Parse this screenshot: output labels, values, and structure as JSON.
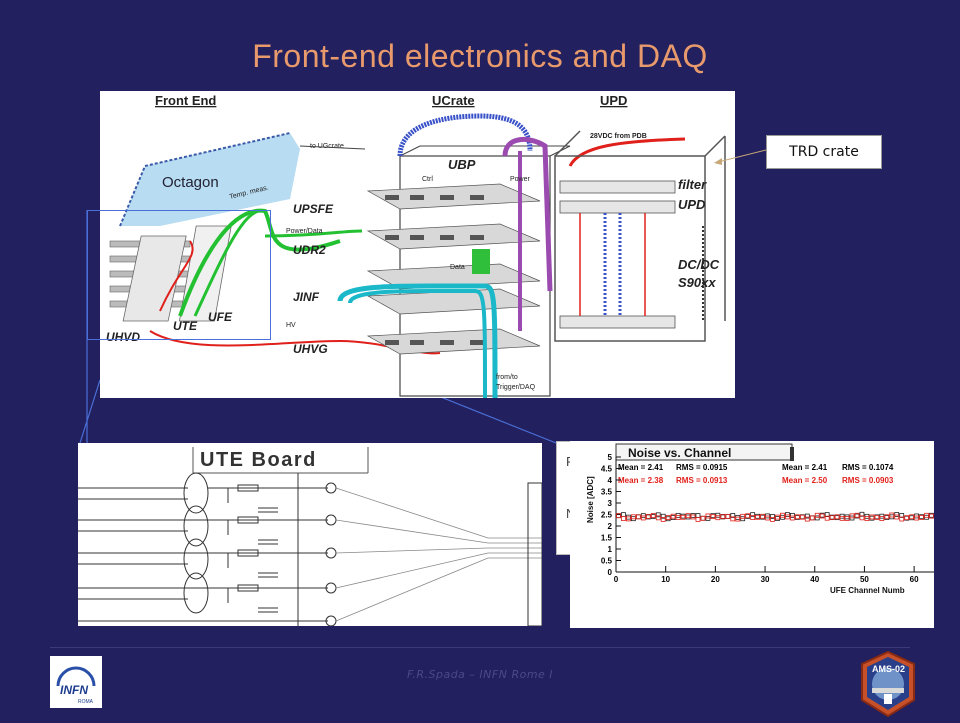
{
  "slide": {
    "title": "Front-end electronics and DAQ",
    "footer": "F.R.Spada – INFN Rome I"
  },
  "callout": {
    "trd_crate": "TRD crate"
  },
  "main_diagram": {
    "headers": {
      "front_end": "Front End",
      "ucrate": "UCrate",
      "upd": "UPD"
    },
    "labels": {
      "to_ugcrate": "to UGcrate",
      "octagon": "Octagon",
      "temp_meas": "Temp. meas.",
      "upsfe": "UPSFE",
      "power_data": "Power/Data",
      "udr2": "UDR2",
      "jinf": "JINF",
      "hv": "HV",
      "uhvg": "UHVG",
      "uhvd": "UHVD",
      "ute": "UTE",
      "ufe": "UFE",
      "ubp": "UBP",
      "ctrl": "Ctrl",
      "power": "Power",
      "data": "Data",
      "from_pdb": "28VDC from PDB",
      "filter": "filter",
      "upd_label": "UPD",
      "dcdc": "DC/DC",
      "s90xx": "S90xx",
      "from_to": "from/to",
      "trigger_daq": "Trigger/DAQ"
    }
  },
  "ute_board": {
    "title": "UTE Board"
  },
  "behind_panel": {
    "letter1": "F",
    "letter2": "N"
  },
  "noise_plot": {
    "title": "Noise vs. Channel",
    "stats": [
      {
        "mean_label": "Mean = 2.41",
        "rms_label": "RMS = 0.0915",
        "color": "#000000"
      },
      {
        "mean_label": "Mean = 2.41",
        "rms_label": "RMS = 0.1074",
        "color": "#000000"
      },
      {
        "mean_label": "Mean = 2.38",
        "rms_label": "RMS = 0.0913",
        "color": "#e0201a"
      },
      {
        "mean_label": "Mean = 2.50",
        "rms_label": "RMS = 0.0903",
        "color": "#e0201a"
      }
    ],
    "ylabel": "Noise [ADC]",
    "xlabel": "UFE Channel Numb",
    "y_ticks": [
      "0",
      "0.5",
      "1",
      "1.5",
      "2",
      "2.5",
      "3",
      "3.5",
      "4",
      "4.5",
      "5"
    ],
    "x_ticks": [
      "0",
      "10",
      "20",
      "30",
      "40",
      "50",
      "60"
    ]
  },
  "chart_data": {
    "type": "scatter",
    "title": "Noise vs. Channel",
    "xlabel": "UFE Channel Numb",
    "ylabel": "Noise [ADC]",
    "xlim": [
      0,
      64
    ],
    "ylim": [
      0,
      5
    ],
    "series": [
      {
        "color": "#222222",
        "mean": 2.41
      },
      {
        "color": "#e0201a",
        "mean": 2.38
      }
    ]
  },
  "logos": {
    "infn": "INFN",
    "infn_sub": "ROMA",
    "ams": "AMS-02"
  }
}
